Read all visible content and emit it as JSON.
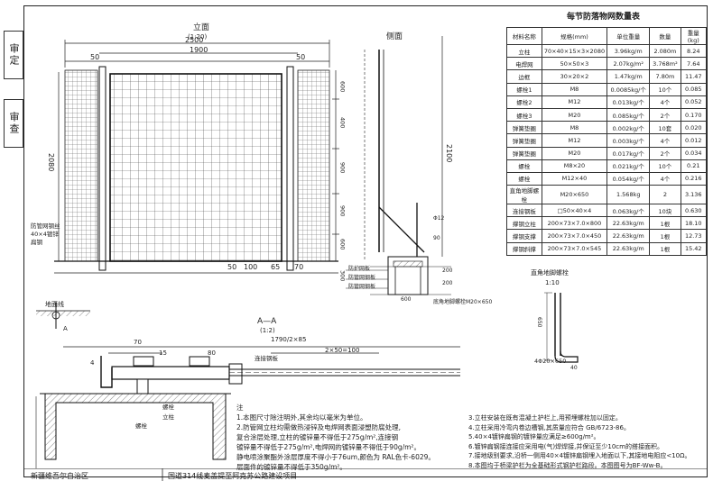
{
  "side_tabs": [
    "审定",
    "审查"
  ],
  "front_view": {
    "title": "立面",
    "scale": "(1:20)",
    "dims": [
      "2500",
      "1900",
      "50",
      "50",
      "2080",
      "50",
      "100",
      "65",
      "70",
      "600",
      "400",
      "900",
      "900",
      "600",
      "300"
    ],
    "note": "防管网钢丝 40×4镀锌扁钢",
    "ground": "地面线",
    "marker": "A"
  },
  "side_view": {
    "title": "侧面",
    "dims": [
      "2100",
      "Φ12",
      "90",
      "200",
      "200",
      "600"
    ],
    "labels": [
      "防护网板",
      "防管网钢板",
      "防管网钢板",
      "底角地脚螺栓M20×650"
    ]
  },
  "section": {
    "title": "A—A",
    "scale": "(1:2)",
    "dims": [
      "1790/2×85",
      "70",
      "15",
      "80",
      "4",
      "2×50=100"
    ],
    "labels": [
      "连接钢板",
      "螺栓",
      "立柱",
      "螺栓"
    ]
  },
  "table": {
    "title": "每节防落物网数量表",
    "headers": [
      "材料名称",
      "规格(mm)",
      "单位重量",
      "数量",
      "重量(kg)"
    ],
    "rows": [
      [
        "立柱",
        "70×40×15×3×2080",
        "3.96kg/m",
        "2.080m",
        "8.24"
      ],
      [
        "电焊网",
        "50×50×3",
        "2.07kg/m²",
        "3.768m²",
        "7.64"
      ],
      [
        "边框",
        "30×20×2",
        "1.47kg/m",
        "7.80m",
        "11.47"
      ],
      [
        "螺栓1",
        "M8",
        "0.0085kg/个",
        "10个",
        "0.085"
      ],
      [
        "螺栓2",
        "M12",
        "0.013kg/个",
        "4个",
        "0.052"
      ],
      [
        "螺栓3",
        "M20",
        "0.085kg/个",
        "2个",
        "0.170"
      ],
      [
        "弹簧垫圈",
        "M8",
        "0.002kg/个",
        "10套",
        "0.020"
      ],
      [
        "弹簧垫圈",
        "M12",
        "0.003kg/个",
        "4个",
        "0.012"
      ],
      [
        "弹簧垫圈",
        "M20",
        "0.017kg/个",
        "2个",
        "0.034"
      ],
      [
        "螺栓",
        "M8×20",
        "0.021kg/个",
        "10个",
        "0.21"
      ],
      [
        "螺栓",
        "M12×40",
        "0.054kg/个",
        "4个",
        "0.216"
      ],
      [
        "直角地脚螺栓",
        "M20×650",
        "1.568kg",
        "2",
        "3.136"
      ],
      [
        "连接钢板",
        "□50×40×4",
        "0.063kg/个",
        "10块",
        "0.630"
      ],
      [
        "撑钢立柱",
        "200×73×7.0×800",
        "22.63kg/m",
        "1根",
        "18.10"
      ],
      [
        "撑钢支撑",
        "200×73×7.0×450",
        "22.63kg/m",
        "1根",
        "12.73"
      ],
      [
        "撑钢斜撑",
        "200×73×7.0×545",
        "22.63kg/m",
        "1根",
        "15.42"
      ]
    ]
  },
  "bolt_detail": {
    "title": "直角地脚螺栓",
    "scale": "1:10",
    "dims": [
      "4Φ20×650",
      "650",
      "40"
    ]
  },
  "notes_left": [
    "注",
    "1.本图尺寸除注明外,其余均以毫米为单位。",
    "2.防管网立柱均需做热浸锌及电焊网表面浸塑防腐处理,",
    "  复合涂层处理,立柱的镀锌量不得低于275g/m²,连接钢",
    "  镀锌量不得低于275g/m²,电焊网的镀锌量不得低于90g/m²。",
    "  静电喷涂聚酯外涂层厚度不得小于76um,颜色为 RAL色卡-6029。",
    "  层面件的镀锌量不得低于350g/m²。"
  ],
  "notes_right": [
    "3.立柱安装在既有混凝土护栏上,用预埋螺栓加以固定。",
    "4.立柱采用冷弯内卷边槽钢,其质量应符合 GB/6723-86。",
    "5.40×4镀锌扁钢的镀锌量应满足≥600g/m²。",
    "6.镀锌扁钢接连接应采用电(气)焊焊接,并保证至少10cm的搭接面积。",
    "7.接地级别要求,沿桥一侧用40×4镀锌扁钢埋入地面以下,其接地电阻应<10Ω。",
    "8.本图均于桥梁护栏为全基础形式钢护栏路段。本图图号为BF-Ww-B。"
  ],
  "title_block": [
    "新疆维吾尔自治区",
    "国道314线麦盖提至阿克苏公路建设项目"
  ]
}
